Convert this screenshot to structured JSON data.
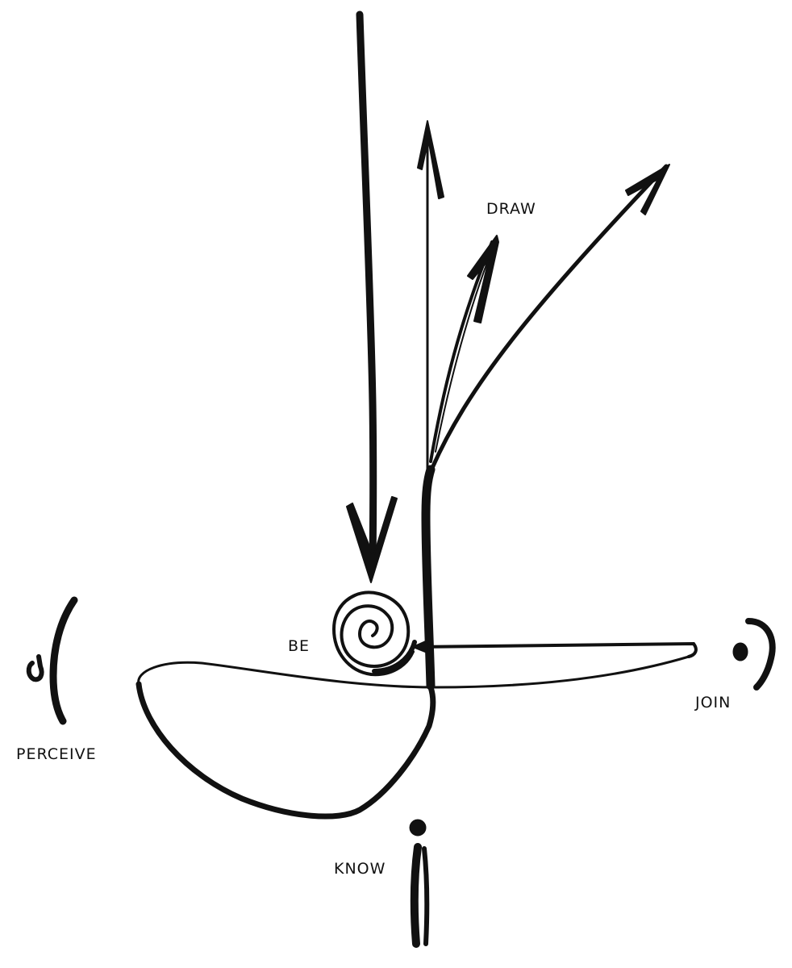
{
  "labels": {
    "draw": "DRAW",
    "be": "BE",
    "join": "JOIN",
    "perceive": "PERCEIVE",
    "know": "KNOW"
  },
  "colors": {
    "ink": "#111111",
    "background": "#ffffff"
  }
}
